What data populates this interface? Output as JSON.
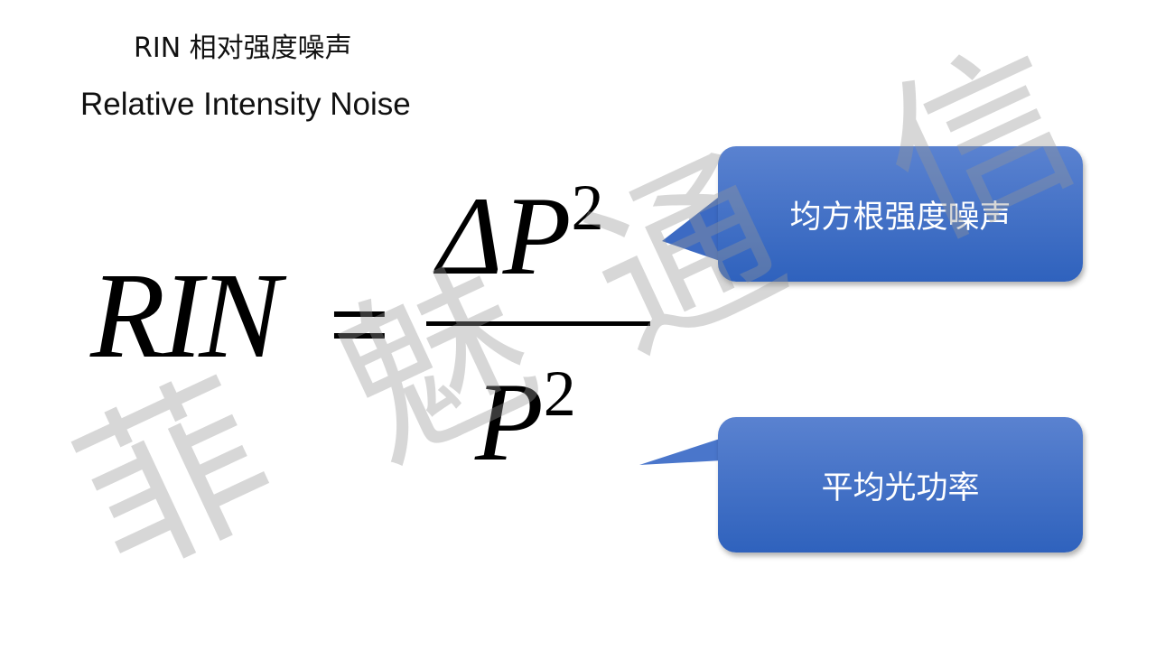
{
  "slide": {
    "title": "RIN 相对强度噪声",
    "subtitle": "Relative Intensity Noise"
  },
  "formula": {
    "lhs": "RIN",
    "equals": "=",
    "numerator_symbol": "ΔP",
    "numerator_exp": "2",
    "denominator_symbol": "P",
    "denominator_exp": "2"
  },
  "callouts": [
    {
      "label": "均方根强度噪声"
    },
    {
      "label": "平均光功率"
    }
  ],
  "colors": {
    "callout_top": "#5a82d0",
    "callout_bottom": "#2f62bd"
  },
  "watermark": [
    "菲",
    "魅",
    "通",
    "信"
  ]
}
